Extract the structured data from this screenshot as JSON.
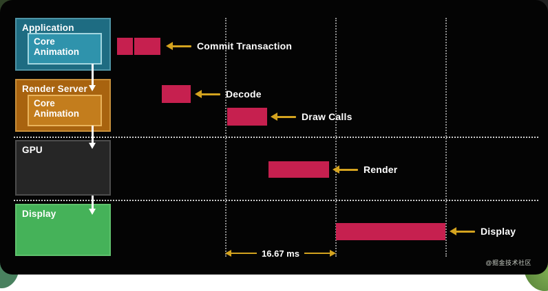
{
  "slide": {
    "background": "#040404",
    "watermark": "@掘金技术社区"
  },
  "pipeline": {
    "rows": [
      {
        "title": "Application",
        "inner_label": "Core Animation",
        "fill": "#1e6c82"
      },
      {
        "title": "Render Server",
        "inner_label": "Core Animation",
        "fill": "#a8630f"
      },
      {
        "title": "GPU",
        "fill": "#262626"
      },
      {
        "title": "Display",
        "fill": "#45b259"
      }
    ]
  },
  "timeline": {
    "type": "gantt",
    "bar_color": "#c6204f",
    "arrow_color": "#d4a31f",
    "gridline_interval_ms": 16.67,
    "gridline_count": 3,
    "frame_duration_label": "16.67 ms",
    "events": [
      {
        "label": "Commit Transaction",
        "row": "Application",
        "segments_ms": [
          [
            0.3,
            2.7
          ],
          [
            2.9,
            6.9
          ]
        ]
      },
      {
        "label": "Decode",
        "row": "Render Server",
        "segments_ms": [
          [
            7.1,
            11.5
          ]
        ]
      },
      {
        "label": "Draw Calls",
        "row": "Render Server",
        "segments_ms": [
          [
            17.0,
            23.0
          ]
        ]
      },
      {
        "label": "Render",
        "row": "GPU",
        "segments_ms": [
          [
            23.2,
            32.4
          ]
        ]
      },
      {
        "label": "Display",
        "row": "Display",
        "segments_ms": [
          [
            33.4,
            50.0
          ]
        ]
      }
    ]
  }
}
